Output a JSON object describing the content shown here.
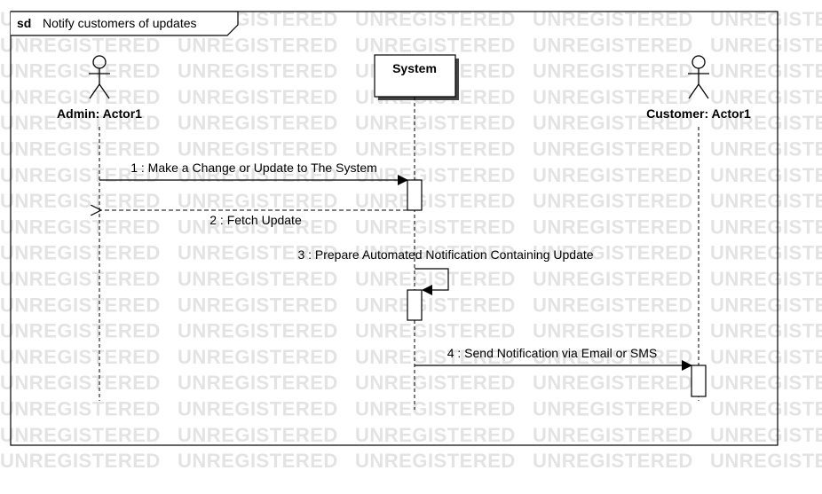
{
  "watermark": "UNREGISTERED",
  "frame": {
    "keyword": "sd",
    "title": "Notify customers of updates"
  },
  "participants": [
    {
      "name": "Admin: Actor1",
      "kind": "actor"
    },
    {
      "name": "System",
      "kind": "object"
    },
    {
      "name": "Customer: Actor1",
      "kind": "actor"
    }
  ],
  "messages": [
    {
      "label": "1 : Make a Change or Update to The System",
      "from": "Admin: Actor1",
      "to": "System",
      "style": "sync"
    },
    {
      "label": "2 : Fetch Update",
      "from": "System",
      "to": "Admin: Actor1",
      "style": "return"
    },
    {
      "label": "3 : Prepare Automated Notification Containing Update",
      "from": "System",
      "to": "System",
      "style": "self"
    },
    {
      "label": "4 : Send Notification via Email or SMS",
      "from": "System",
      "to": "Customer: Actor1",
      "style": "sync"
    }
  ]
}
